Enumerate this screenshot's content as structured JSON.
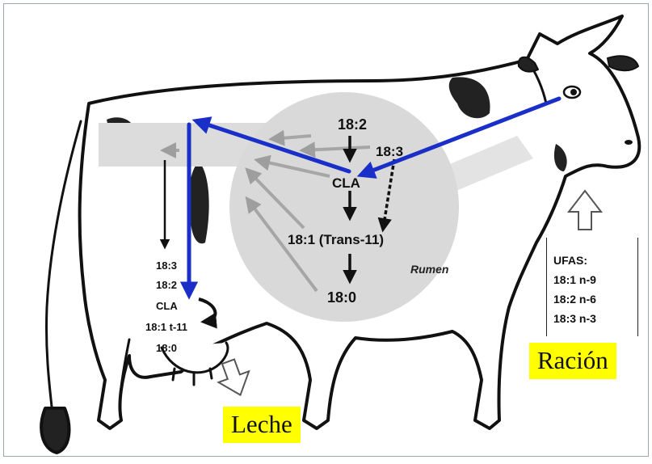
{
  "rumen": {
    "nodes": {
      "c18_2": "18:2",
      "c18_3": "18:3",
      "cla": "CLA",
      "c18_1_trans": "18:1 (Trans-11)",
      "c18_0": "18:0"
    },
    "label": "Rumen"
  },
  "milk_fats": [
    "18:3",
    "18:2",
    "CLA",
    "18:1 t-11",
    "18:0"
  ],
  "ufas": {
    "title": "UFAS:",
    "items": [
      "18:1 n-9",
      "18:2 n-6",
      "18:3 n-3"
    ]
  },
  "labels": {
    "ration": "Ración",
    "milk": "Leche"
  },
  "colors": {
    "highlight": "#ffff00",
    "arrow_blue": "#1a2fc7",
    "rumen_fill": "#d9d9d9",
    "pathway_gray": "#b3b3b3",
    "outline": "#111111"
  }
}
